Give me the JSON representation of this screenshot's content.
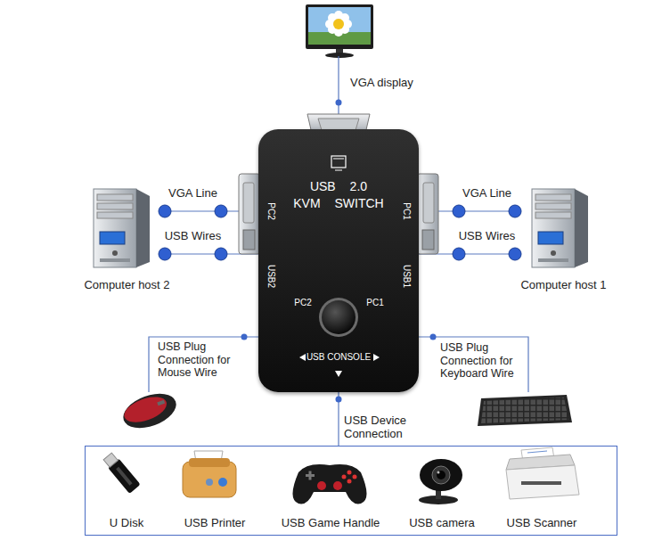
{
  "diagram": {
    "nodes": [
      {
        "text": [
          "VGA display"
        ]
      },
      {
        "text": [
          "USB 2.0 KVM SWITCH",
          "PC2",
          "PC1",
          "USB2",
          "USB1",
          "PC2",
          "PC1",
          "USB CONSOLE"
        ]
      },
      {
        "text": [
          "Computer host 2"
        ]
      },
      {
        "text": [
          "Computer host 1"
        ]
      },
      {
        "text": [
          "USB Plug Connection for Mouse Wire"
        ]
      },
      {
        "text": [
          "USB Plug Connection for Keyboard Wire"
        ]
      },
      {
        "text": [
          "USB Device Connection"
        ]
      },
      {
        "text": [
          "U Disk"
        ],
        "in": 6
      },
      {
        "text": [
          "USB Printer"
        ],
        "in": 6
      },
      {
        "text": [
          "USB Game Handle"
        ],
        "in": 6
      },
      {
        "text": [
          "USB camera"
        ],
        "in": 6
      },
      {
        "text": [
          "USB Scanner"
        ],
        "in": 6
      }
    ],
    "edges": [
      {
        "from": 0,
        "to": 1,
        "arrow": "none"
      },
      {
        "from": 2,
        "to": 1,
        "label": "VGA Line",
        "arrow": "none"
      },
      {
        "from": 2,
        "to": 1,
        "label": "USB Wires",
        "arrow": "none"
      },
      {
        "from": 3,
        "to": 1,
        "label": "VGA Line",
        "arrow": "none"
      },
      {
        "from": 3,
        "to": 1,
        "label": "USB Wires",
        "arrow": "none"
      },
      {
        "from": 1,
        "to": 4,
        "arrow": "none"
      },
      {
        "from": 1,
        "to": 5,
        "arrow": "none"
      },
      {
        "from": 1,
        "to": 6,
        "arrow": "none"
      }
    ]
  }
}
